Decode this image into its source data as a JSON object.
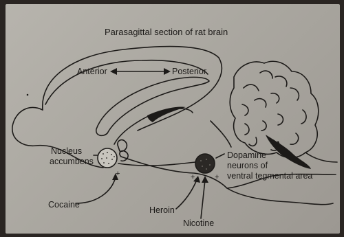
{
  "title": "Parasagittal section of rat brain",
  "labels": {
    "anterior": "Anterior",
    "posterior": "Posterior",
    "nucleus_accumbens_line1": "Nucleus",
    "nucleus_accumbens_line2": "accumbens",
    "dopamine_line1": "Dopamine",
    "dopamine_line2": "neurons of",
    "dopamine_line3": "ventral tegmental area",
    "cocaine": "Cocaine",
    "heroin": "Heroin",
    "nicotine": "Nicotine"
  },
  "signs": {
    "accumbens_plus": "+",
    "vta_plus_left": "+",
    "vta_plus_right": "+"
  },
  "colors": {
    "paper": "#b0ada6",
    "ink": "#1c1a18",
    "border": "#2a2522"
  }
}
